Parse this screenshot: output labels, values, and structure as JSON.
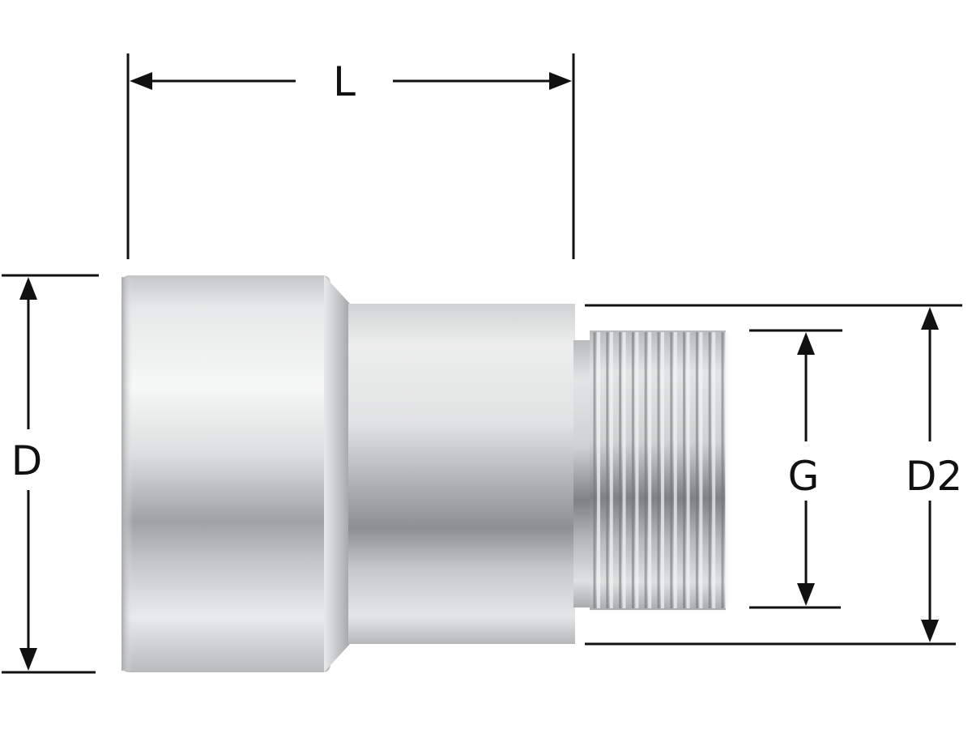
{
  "dimensions": {
    "length": "L",
    "outer_diameter": "D",
    "thread": "G",
    "outer_diameter_2": "D2"
  },
  "colors": {
    "line": "#111111",
    "metal_light": "#f2f3f4",
    "metal_mid": "#c9cbcd",
    "metal_dark": "#7d8083"
  }
}
